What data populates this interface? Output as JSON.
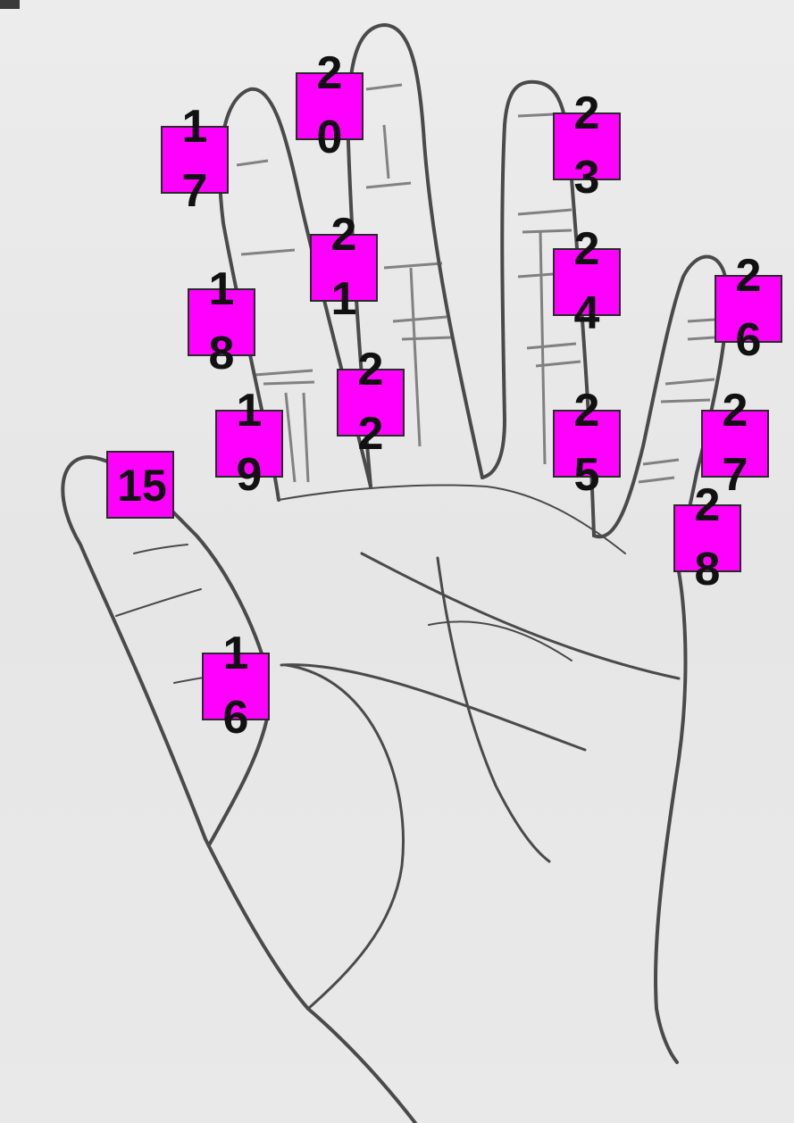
{
  "labels": [
    {
      "id": "15",
      "text": "15"
    },
    {
      "id": "16",
      "text": "16"
    },
    {
      "id": "17",
      "text": "17"
    },
    {
      "id": "18",
      "text": "18"
    },
    {
      "id": "19",
      "text": "19"
    },
    {
      "id": "20",
      "text": "20"
    },
    {
      "id": "21",
      "text": "21"
    },
    {
      "id": "22",
      "text": "22"
    },
    {
      "id": "23",
      "text": "23"
    },
    {
      "id": "24",
      "text": "24"
    },
    {
      "id": "25",
      "text": "25"
    },
    {
      "id": "26",
      "text": "26"
    },
    {
      "id": "27",
      "text": "27"
    },
    {
      "id": "28",
      "text": "28"
    }
  ],
  "colors": {
    "label_fill": "#ff00ff",
    "line": "#4a4a4a",
    "paper": "#e9e9e9"
  }
}
